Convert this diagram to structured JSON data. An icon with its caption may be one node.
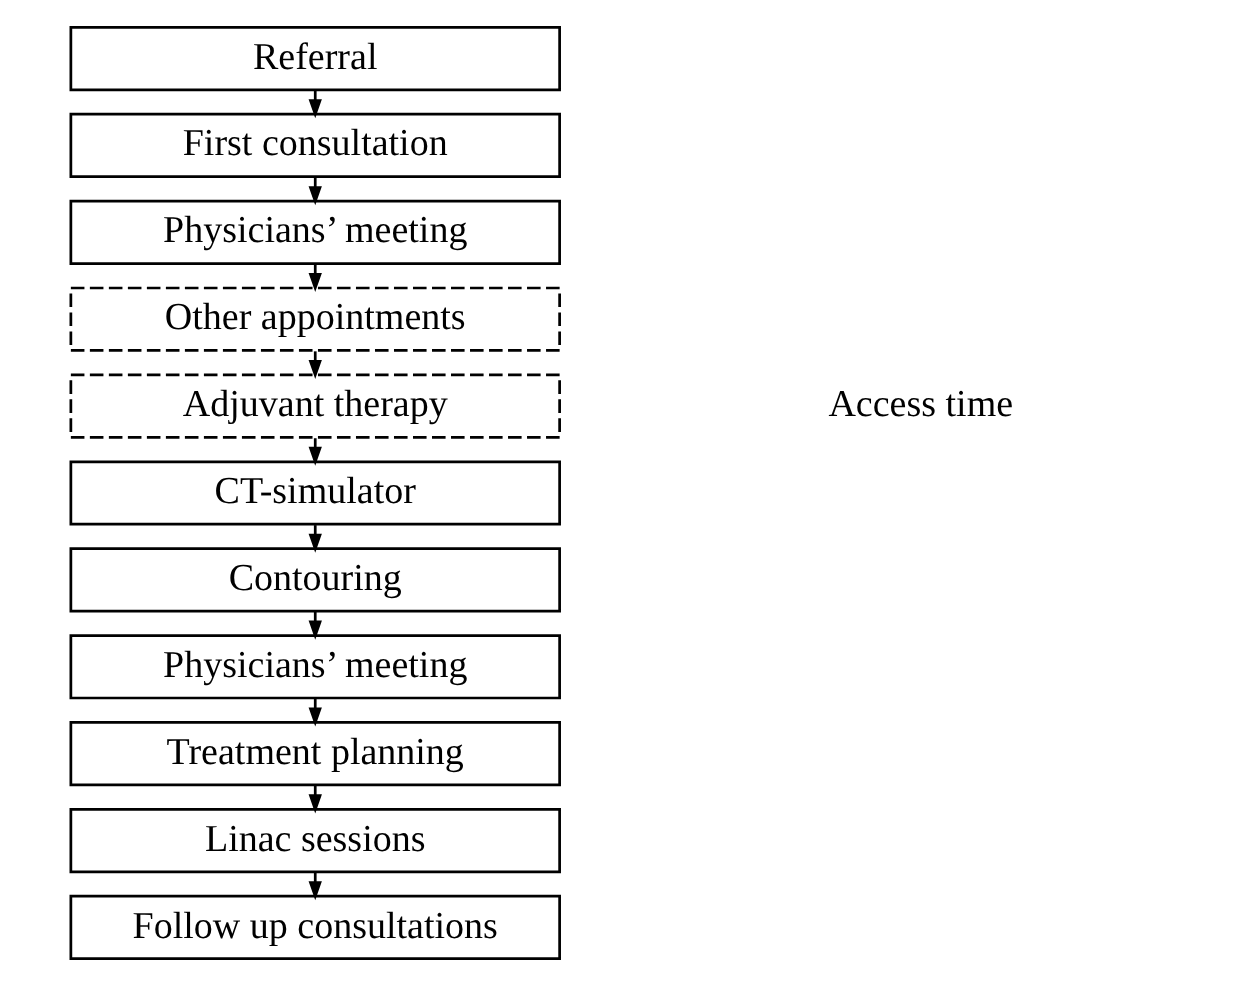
{
  "diagram": {
    "nodes": [
      {
        "text": [
          "Referral"
        ]
      },
      {
        "text": [
          "First consultation"
        ]
      },
      {
        "text": [
          "Physicians’ meeting"
        ]
      },
      {
        "text": [
          "Other appointments"
        ]
      },
      {
        "text": [
          "Adjuvant therapy"
        ]
      },
      {
        "text": [
          "CT-simulator"
        ]
      },
      {
        "text": [
          "Contouring"
        ]
      },
      {
        "text": [
          "Physicians’ meeting"
        ]
      },
      {
        "text": [
          "Treatment planning"
        ]
      },
      {
        "text": [
          "Linac sessions"
        ]
      },
      {
        "text": [
          "Follow up consultations"
        ]
      }
    ],
    "edges": [
      {
        "from": 0,
        "to": 1,
        "arrow": "to"
      },
      {
        "from": 1,
        "to": 2,
        "arrow": "to"
      },
      {
        "from": 2,
        "to": 3,
        "arrow": "to"
      },
      {
        "from": 3,
        "to": 4,
        "arrow": "to"
      },
      {
        "from": 4,
        "to": 5,
        "arrow": "to"
      },
      {
        "from": 5,
        "to": 6,
        "arrow": "to"
      },
      {
        "from": 6,
        "to": 7,
        "arrow": "to"
      },
      {
        "from": 7,
        "to": 8,
        "arrow": "to"
      },
      {
        "from": 8,
        "to": 9,
        "arrow": "to"
      },
      {
        "from": 9,
        "to": 10,
        "arrow": "to"
      }
    ],
    "labels": [
      "Access time"
    ]
  }
}
